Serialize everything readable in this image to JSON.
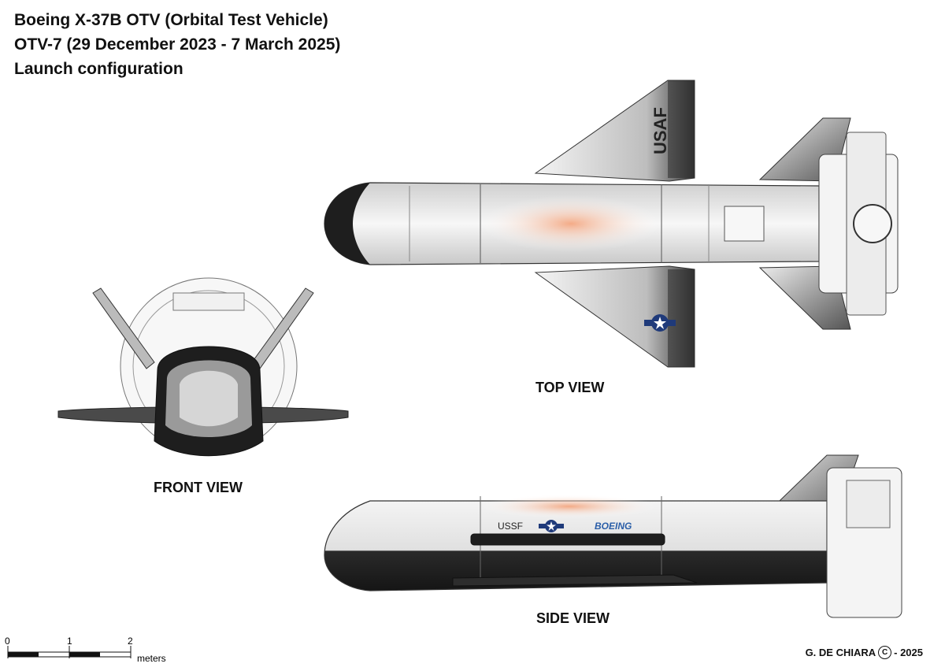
{
  "title": {
    "line1": "Boeing X-37B OTV (Orbital Test Vehicle)",
    "line2": "OTV-7 (29 December 2023 - 7 March 2025)",
    "line3": "Launch configuration"
  },
  "views": {
    "top": "TOP VIEW",
    "front": "FRONT VIEW",
    "side": "SIDE VIEW"
  },
  "markings": {
    "usaf": "USAF",
    "ussf": "USSF",
    "boeing": "BOEING"
  },
  "scale": {
    "ticks": [
      "0",
      "1",
      "2"
    ],
    "unit": "meters"
  },
  "credit": {
    "author": "G. DE CHIARA",
    "symbol": "C",
    "year": "- 2025"
  },
  "colors": {
    "outline": "#333333",
    "fuselage": "#e9e9e9",
    "thermal_tile": "#1e1e1e",
    "bay_glow": "#f3b090",
    "roundel_blue": "#1f3a7a"
  }
}
